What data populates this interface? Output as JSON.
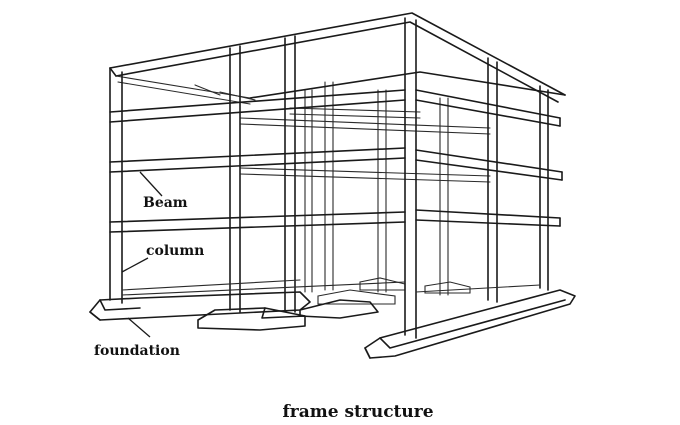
{
  "labels": {
    "beam": "Beam",
    "column": "column",
    "foundation": "foundation"
  },
  "caption": "frame structure",
  "colors": {
    "line": "#1a1a1a",
    "background": "#ffffff"
  }
}
